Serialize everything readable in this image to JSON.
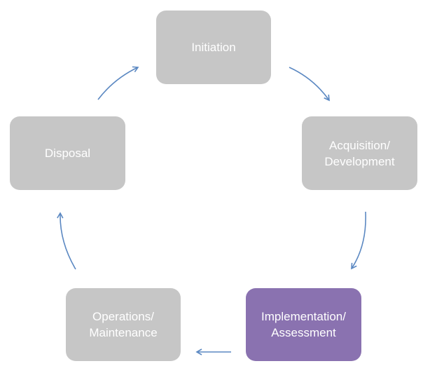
{
  "diagram": {
    "colors": {
      "default_node": "#c6c6c6",
      "highlight_node": "#8a72b0",
      "arrow": "#5b88c2",
      "text": "#ffffff"
    },
    "nodes": [
      {
        "id": "initiation",
        "label": "Initiation",
        "highlighted": false
      },
      {
        "id": "acquisition",
        "label": "Acquisition/\nDevelopment",
        "highlighted": false
      },
      {
        "id": "implementation",
        "label": "Implementation/\nAssessment",
        "highlighted": true
      },
      {
        "id": "operations",
        "label": "Operations/\nMaintenance",
        "highlighted": false
      },
      {
        "id": "disposal",
        "label": "Disposal",
        "highlighted": false
      }
    ],
    "edges": [
      {
        "from": "initiation",
        "to": "acquisition"
      },
      {
        "from": "acquisition",
        "to": "implementation"
      },
      {
        "from": "implementation",
        "to": "operations"
      },
      {
        "from": "operations",
        "to": "disposal"
      },
      {
        "from": "disposal",
        "to": "initiation"
      }
    ]
  }
}
